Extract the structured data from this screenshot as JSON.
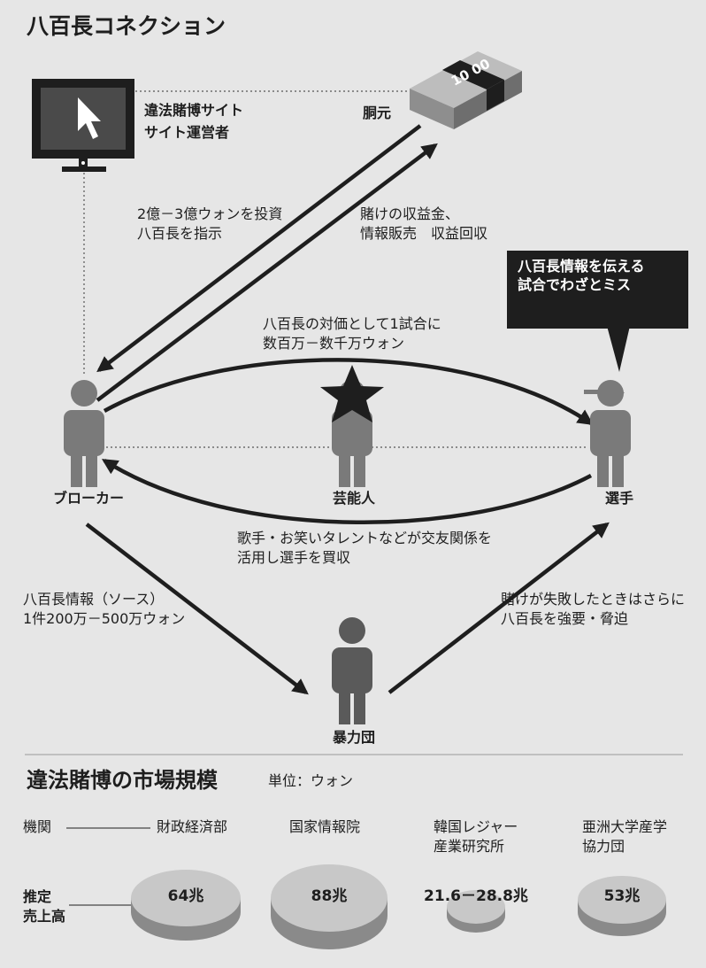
{
  "title": "八百長コネクション",
  "nodes": {
    "site_line1": "違法賭博サイト",
    "site_line2": "サイト運営者",
    "bookmaker": "胴元",
    "broker": "ブローカー",
    "celebrity": "芸能人",
    "player": "選手",
    "gang": "暴力団"
  },
  "money_band": "10 00",
  "edges": {
    "invest_l1": "2億－3億ウォンを投資",
    "invest_l2": "八百長を指示",
    "revenue_l1": "賭けの収益金、",
    "revenue_l2": "情報販売　収益回収",
    "pay_l1": "八百長の対価として1試合に",
    "pay_l2": "数百万－数千万ウォン",
    "bribe_l1": "歌手・お笑いタレントなどが交友関係を",
    "bribe_l2": "活用し選手を買収",
    "info_l1": "八百長情報（ソース）",
    "info_l2": "1件200万－500万ウォン",
    "threat_l1": "賭けが失敗したときはさらに",
    "threat_l2": "八百長を強要・脅迫"
  },
  "callout": {
    "line1": "八百長情報を伝える",
    "line2": "試合でわざとミス"
  },
  "market": {
    "title": "違法賭博の市場規模",
    "unit": "単位：ウォン",
    "row_label_org": "機関",
    "row_label_est_1": "推定",
    "row_label_est_2": "売上高",
    "orgs": [
      {
        "name_1": "財政経済部",
        "name_2": "",
        "value": "64兆"
      },
      {
        "name_1": "国家情報院",
        "name_2": "",
        "value": "88兆"
      },
      {
        "name_1": "韓国レジャー",
        "name_2": "産業研究所",
        "value": "21.6－28.8兆"
      },
      {
        "name_1": "亜洲大学産学",
        "name_2": "協力団",
        "value": "53兆"
      }
    ]
  },
  "colors": {
    "background": "#e6e6e6",
    "dark": "#1e1e1e",
    "figure": "#7a7a7a",
    "disc_top": "#c8c8c8",
    "disc_side": "#8a8a8a"
  }
}
